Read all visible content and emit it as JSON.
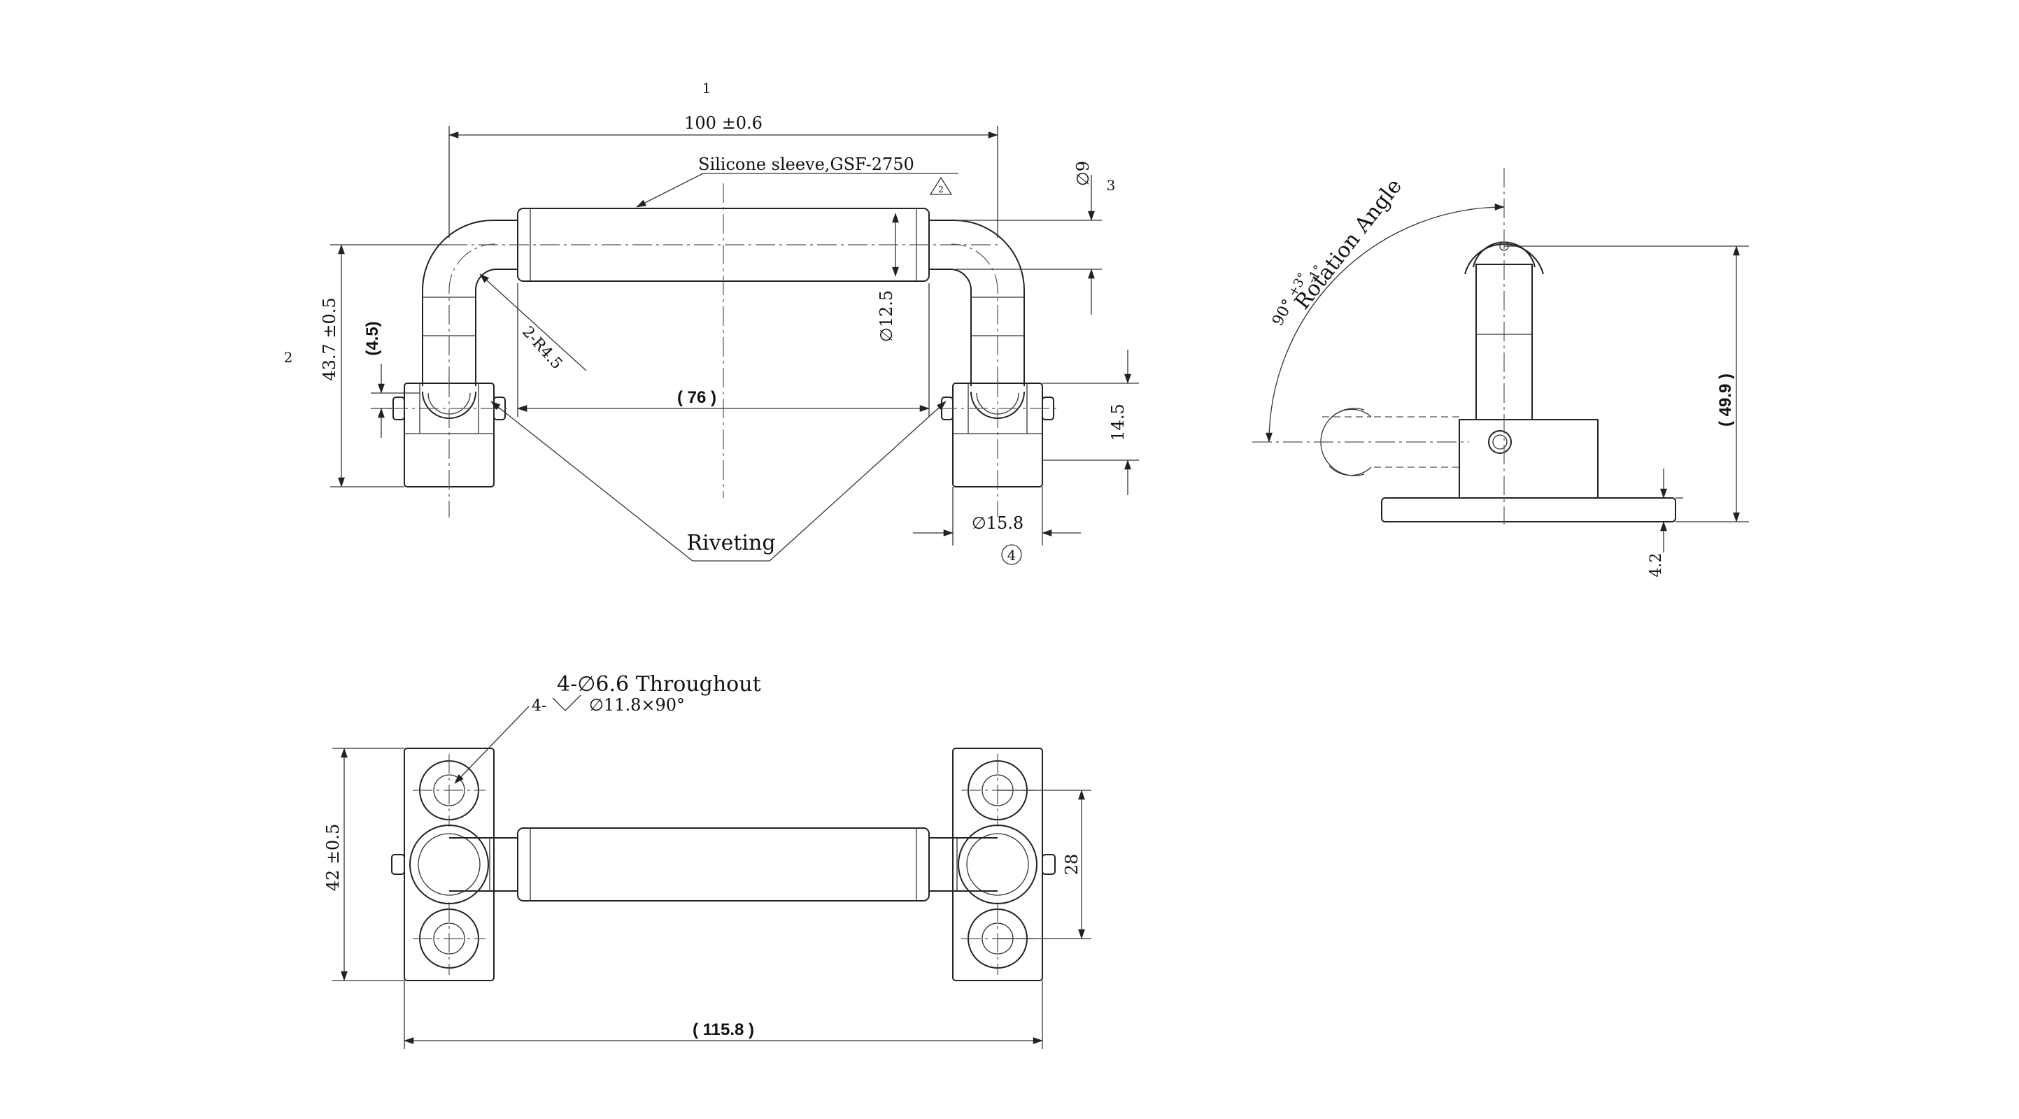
{
  "view_markers": {
    "one": "1",
    "two": "2",
    "three": "3",
    "four": "4"
  },
  "labels": {
    "overall_length": "100 ±0.6",
    "sleeve_note": "Silicone sleeve,GSF-2750",
    "rev_mark": "2",
    "tube_dia": "∅9",
    "sleeve_dia": "∅12.5",
    "bend_radius": "2-R4.5",
    "height": "43.7 ±0.5",
    "pivot_height": "(4.5)",
    "inner_span": "( 76 )",
    "base_height": "14.5",
    "boss_dia": "∅15.8",
    "riveting": "Riveting",
    "rotation_angle": "Rotation Angle",
    "angle_base": "90°",
    "angle_tol_plus": "+3°",
    "angle_tol_minus": "-1°",
    "side_height": "( 49.9 )",
    "plate_thickness": "4.2",
    "hole_note": "4-∅6.6 Throughout",
    "csk_prefix": "4-",
    "csk_note": "∅11.8×90°",
    "base_width": "42 ±0.5",
    "hole_pitch": "28",
    "overall_span": "( 115.8 )"
  }
}
